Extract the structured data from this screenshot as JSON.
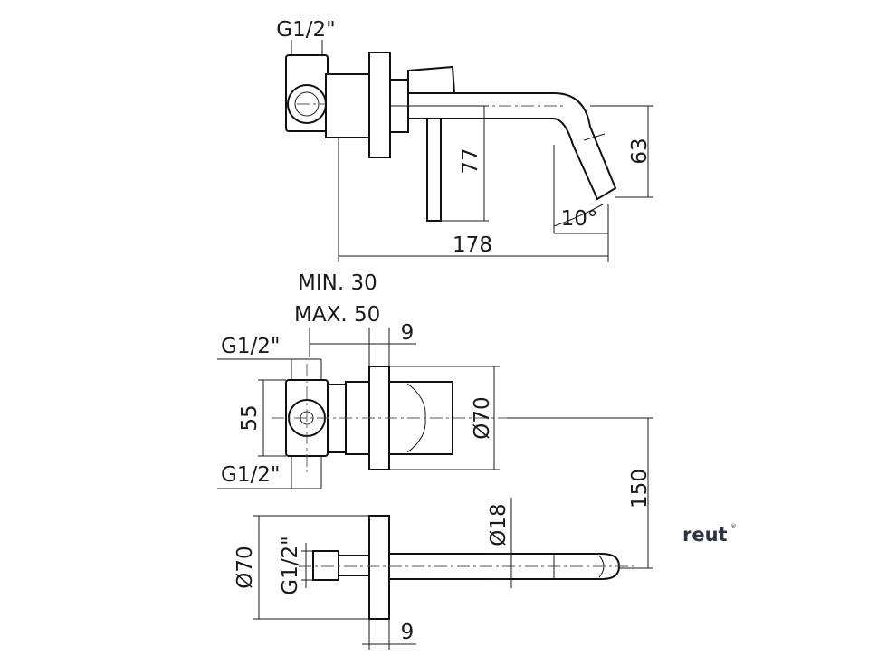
{
  "dimensions": {
    "side_thread": "G1/2\"",
    "side_height": "77",
    "side_drop": "63",
    "side_length": "178",
    "side_angle": "10°",
    "wall_min": "MIN. 30",
    "wall_max": "MAX. 50",
    "top_thread": "G1/2\"",
    "top_plate": "9",
    "body_height": "55",
    "plate_diameter": "Ø70",
    "bottom_thread": "G1/2\"",
    "spout_distance": "150",
    "spout_diameter": "Ø18",
    "front_plate_diameter": "Ø70",
    "front_thread": "G1/2\"",
    "front_plate": "9"
  },
  "brand": {
    "name": "reut",
    "mark": "®"
  }
}
